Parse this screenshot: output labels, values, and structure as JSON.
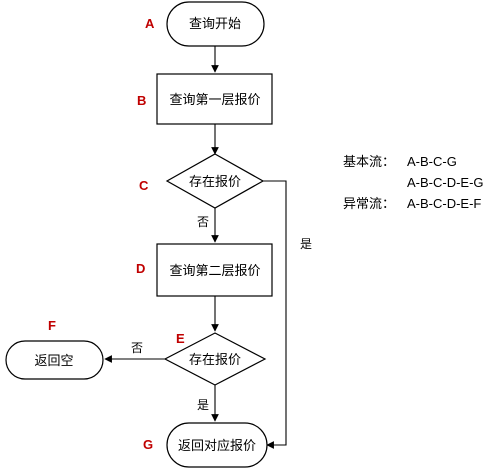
{
  "nodes": {
    "A": {
      "letter": "A",
      "label": "查询开始"
    },
    "B": {
      "letter": "B",
      "label": "查询第一层报价"
    },
    "C": {
      "letter": "C",
      "label": "存在报价"
    },
    "D": {
      "letter": "D",
      "label": "查询第二层报价"
    },
    "E": {
      "letter": "E",
      "label": "存在报价"
    },
    "F": {
      "letter": "F",
      "label": "返回空"
    },
    "G": {
      "letter": "G",
      "label": "返回对应报价"
    }
  },
  "edges": {
    "c_no": "否",
    "c_yes": "是",
    "e_no": "否",
    "e_yes": "是"
  },
  "legend": {
    "basic_label": "基本流：",
    "basic_flows": [
      "A-B-C-G",
      "A-B-C-D-E-G"
    ],
    "alt_label": "异常流：",
    "alt_flow": "A-B-C-D-E-F"
  },
  "colors": {
    "letter": "#c00000",
    "stroke": "#000000"
  }
}
